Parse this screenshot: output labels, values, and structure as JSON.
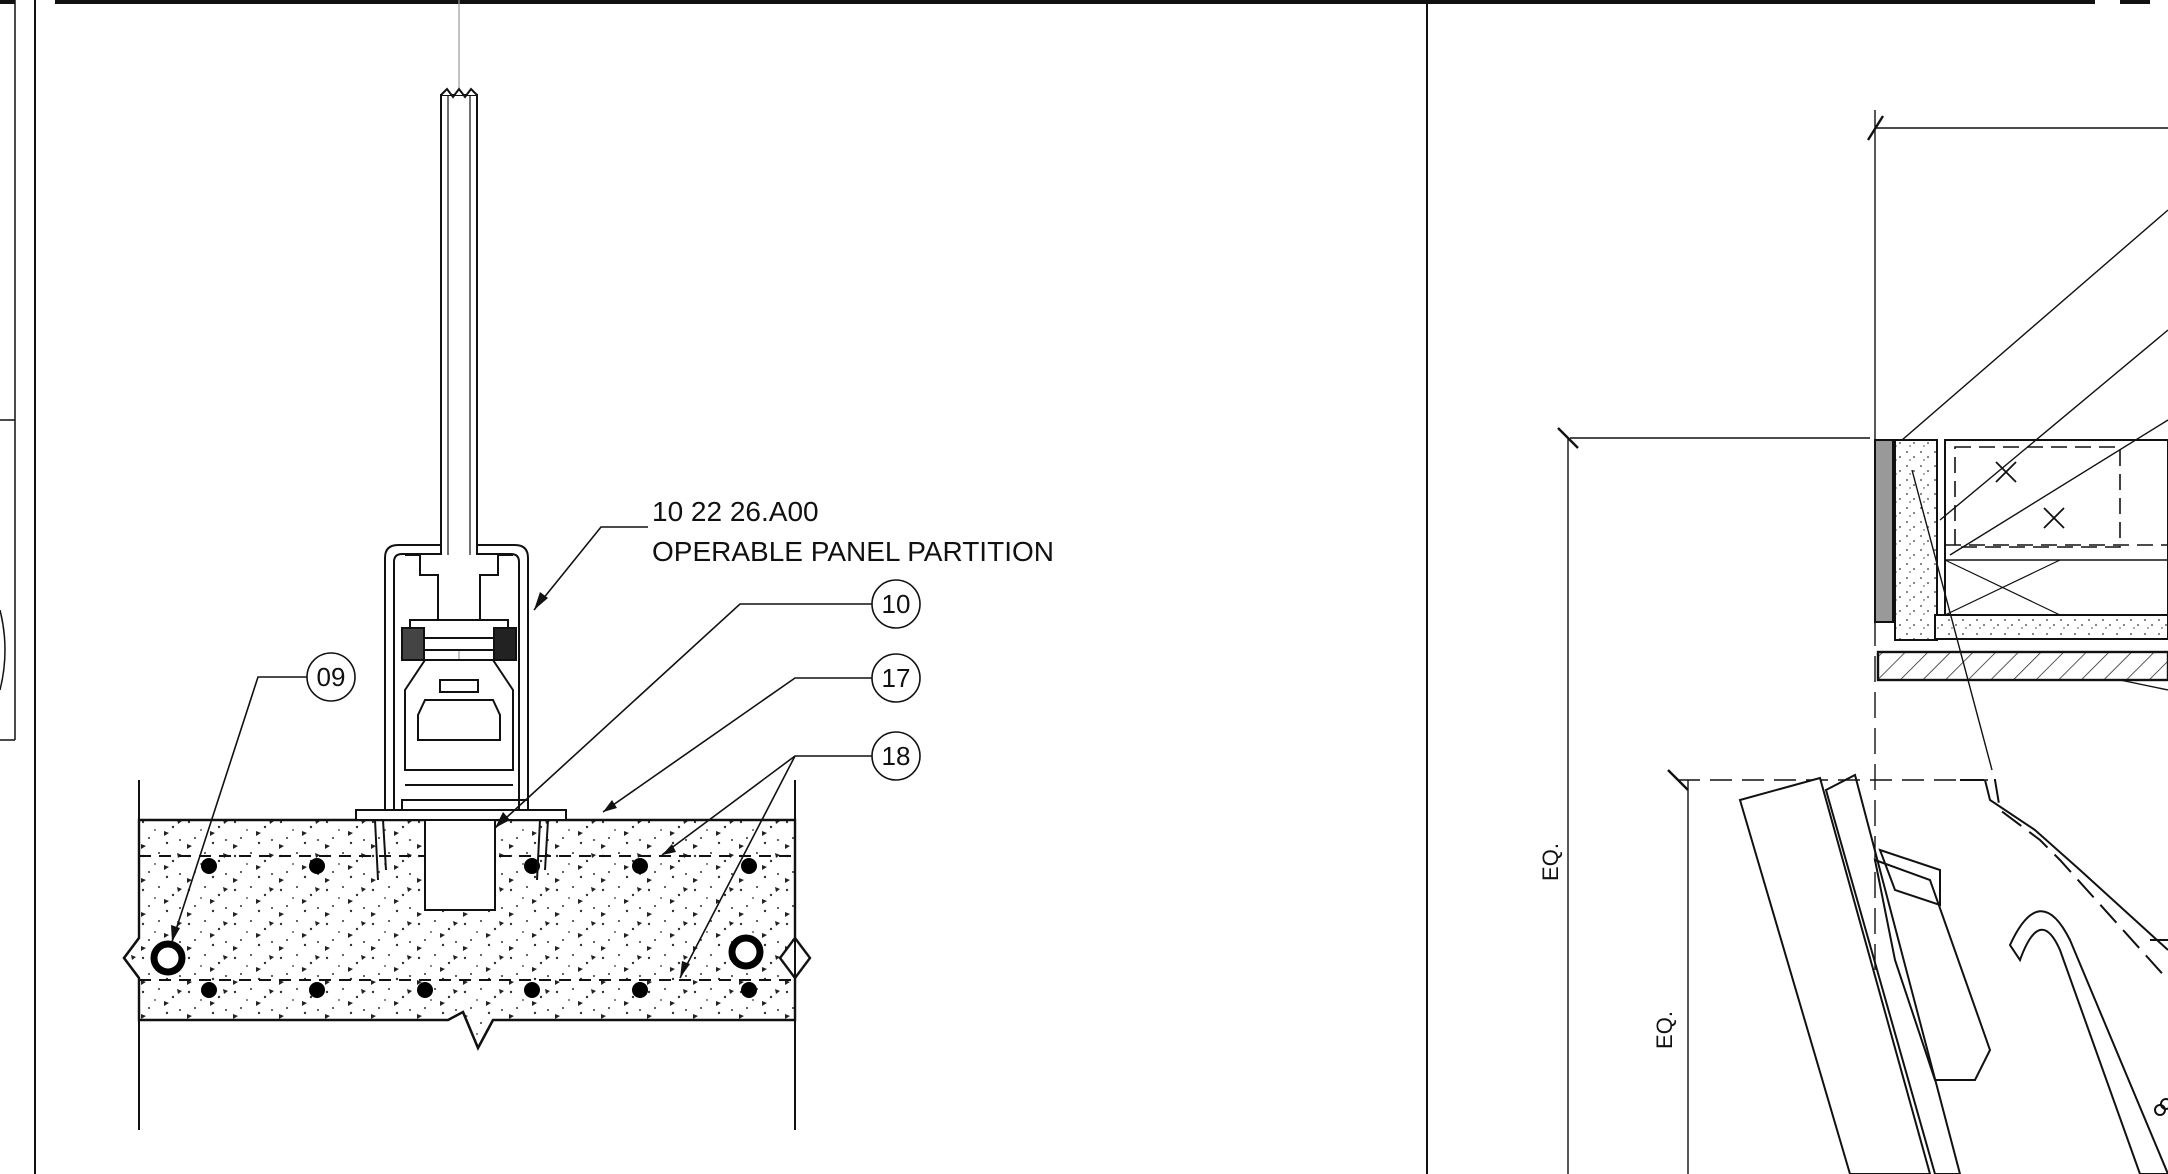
{
  "left_detail": {
    "note": {
      "line1": "10 22 26.A00",
      "line2": "OPERABLE PANEL PARTITION"
    },
    "keynotes": [
      "09",
      "10",
      "17",
      "18"
    ]
  },
  "right_detail": {
    "dimensions": [
      "EQ.",
      "EQ."
    ]
  }
}
